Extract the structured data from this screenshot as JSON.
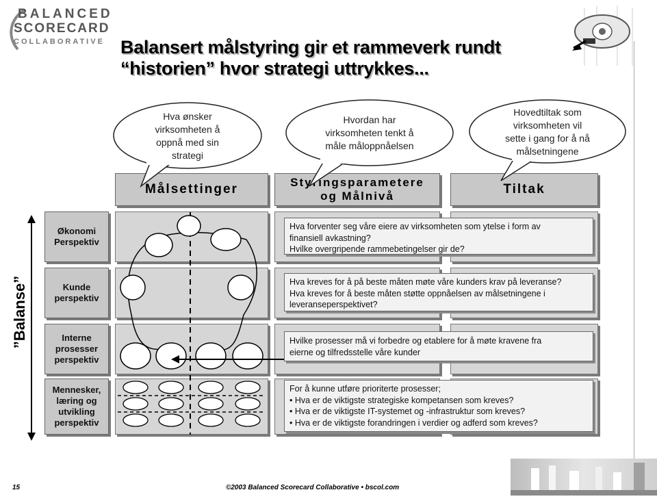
{
  "logo": {
    "line1": "BALANCED",
    "line2": "SCORECARD",
    "line3": "COLLABORATIVE"
  },
  "title": {
    "line1": "Balansert målstyring gir et rammeverk rundt",
    "line2": "“historien”  hvor  strategi uttrykkes..."
  },
  "bubbles": [
    {
      "lines": [
        "Hva ønsker",
        "virksomheten å",
        "oppnå med sin",
        "strategi"
      ]
    },
    {
      "lines": [
        "Hvordan har",
        "virksomheten tenkt å",
        "måle måloppnåelsen"
      ]
    },
    {
      "lines": [
        "Hovedtiltak som",
        "virksomheten vil",
        "sette i gang for å nå",
        "målsetningene"
      ]
    }
  ],
  "headers": {
    "col1": "Målsettinger",
    "col2_line1": "Styringsparametere",
    "col2_line2": "og Målnivå",
    "col3": "Tiltak"
  },
  "side_label": "”Balanse”",
  "perspectives": [
    {
      "lines": [
        "Økonomi",
        "Perspektiv"
      ]
    },
    {
      "lines": [
        "Kunde",
        "perspektiv"
      ]
    },
    {
      "lines": [
        "Interne",
        "prosesser",
        "perspektiv"
      ]
    },
    {
      "lines": [
        "Mennesker,",
        "læring og",
        "utvikling",
        "perspektiv"
      ]
    }
  ],
  "questions": [
    {
      "lines": [
        "Hva forventer seg våre eiere av virksomheten som ytelse i form av",
        "finansiell avkastning?",
        "Hvilke overgripende rammebetingelser gir de?"
      ]
    },
    {
      "lines": [
        "Hva kreves for å på beste måten møte våre kunders krav på leveranse?",
        "Hva kreves for å beste måten støtte oppnåelsen av målsetningene i",
        "leveranseperspektivet?"
      ]
    },
    {
      "lines": [
        "Hvilke prosesser må vi forbedre og etablere for å møte kravene fra",
        "eierne og tilfredsstelle våre kunder"
      ]
    },
    {
      "lines": [
        "For å kunne utføre prioriterte prosesser;",
        "• Hva er de viktigste strategiske kompetansen som kreves?",
        "• Hva er de viktigste IT-systemet og -infrastruktur som kreves?",
        "• Hva er de viktigste forandringen i verdier og adferd som kreves?"
      ]
    }
  ],
  "footer": {
    "page": "15",
    "copyright": "©2003 Balanced Scorecard Collaborative  •  bscol.com"
  },
  "colors": {
    "cell": "#d6d6d6",
    "header": "#c8c8c8",
    "shadow": "#7a7a7a"
  }
}
